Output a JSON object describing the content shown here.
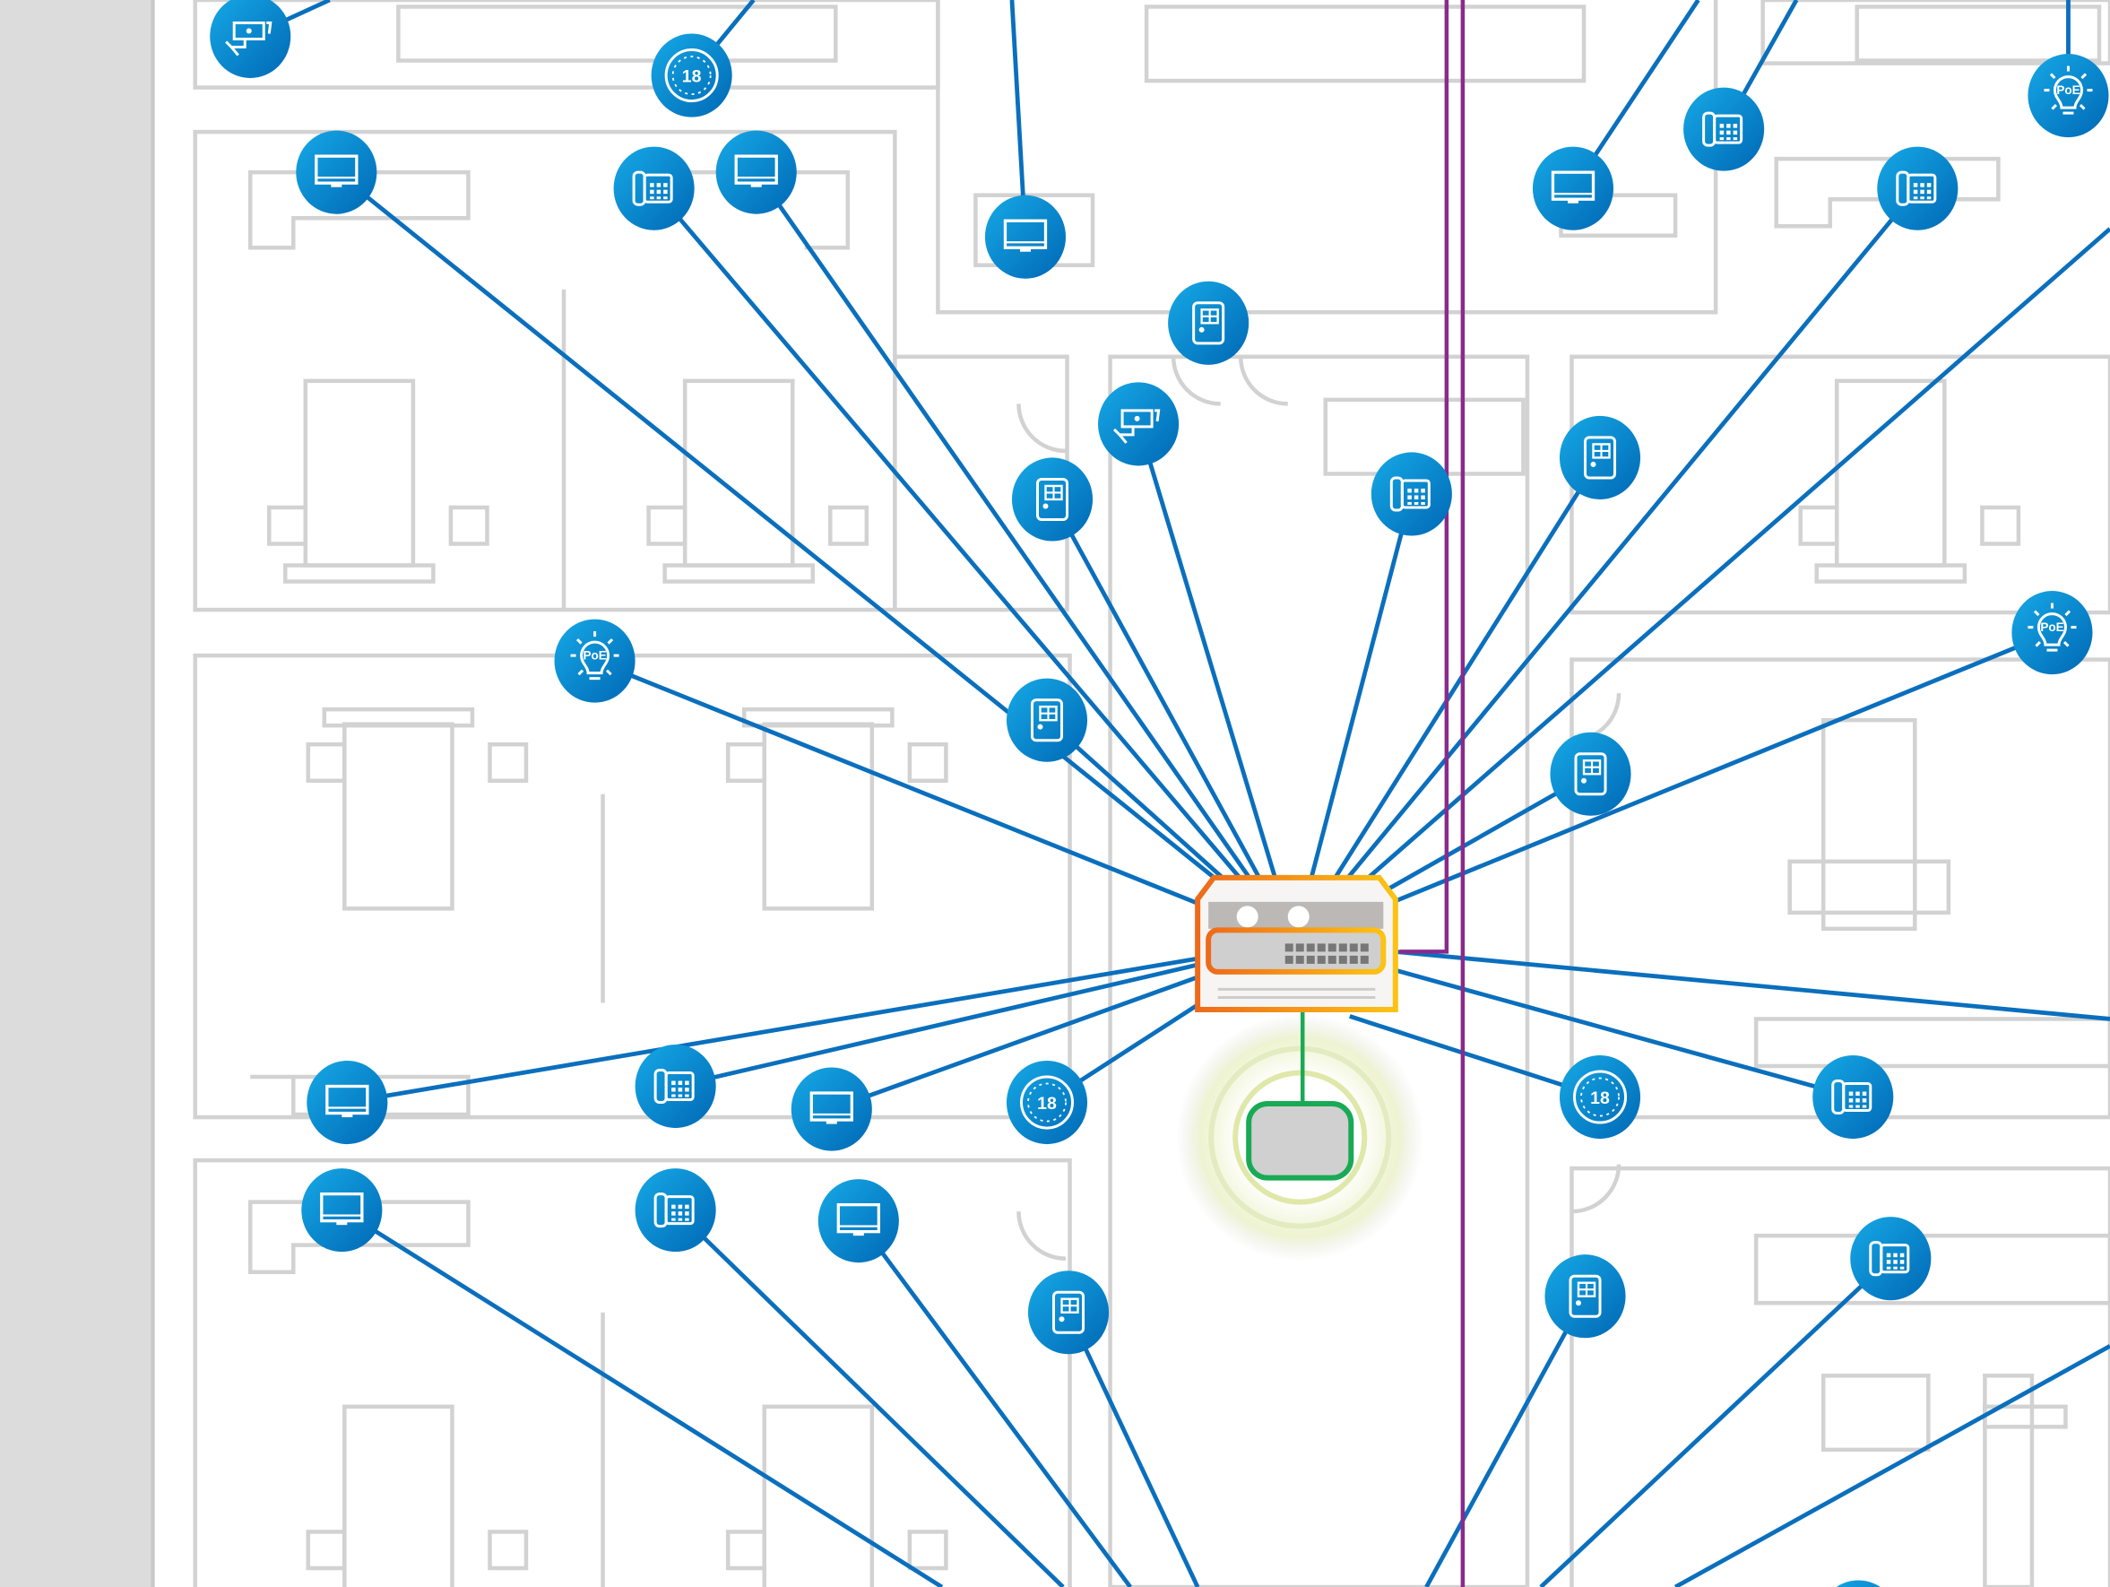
{
  "diagram": {
    "title": "PoE network floor plan",
    "colors": {
      "cable": "#0a6fbd",
      "uplink": "#8a2a8c",
      "ap_link": "#1aaa55",
      "device_fill": "#0b8fd6",
      "switch_frame": "#f08a1c",
      "wall": "#d2d2d2",
      "corridor": "#e8e8e8",
      "margin": "#dcdcdc"
    },
    "switch": {
      "type": "poe-switch-rack",
      "ports": 16
    },
    "access_point": {
      "type": "wireless-access-point"
    },
    "thermostat_label": "18",
    "poe_light_label": "PoE",
    "devices": [
      {
        "type": "camera"
      },
      {
        "type": "thermostat"
      },
      {
        "type": "monitor"
      },
      {
        "type": "phone"
      },
      {
        "type": "monitor"
      },
      {
        "type": "monitor"
      },
      {
        "type": "door-panel"
      },
      {
        "type": "camera"
      },
      {
        "type": "door-panel"
      },
      {
        "type": "phone"
      },
      {
        "type": "monitor"
      },
      {
        "type": "phone"
      },
      {
        "type": "poe-light"
      },
      {
        "type": "phone"
      },
      {
        "type": "door-panel"
      },
      {
        "type": "poe-light"
      },
      {
        "type": "door-panel"
      },
      {
        "type": "door-panel"
      },
      {
        "type": "poe-light"
      },
      {
        "type": "monitor"
      },
      {
        "type": "phone"
      },
      {
        "type": "monitor"
      },
      {
        "type": "thermostat"
      },
      {
        "type": "thermostat"
      },
      {
        "type": "phone"
      },
      {
        "type": "monitor"
      },
      {
        "type": "phone"
      },
      {
        "type": "monitor"
      },
      {
        "type": "door-panel"
      },
      {
        "type": "door-panel"
      },
      {
        "type": "phone"
      },
      {
        "type": "thermostat"
      }
    ]
  }
}
